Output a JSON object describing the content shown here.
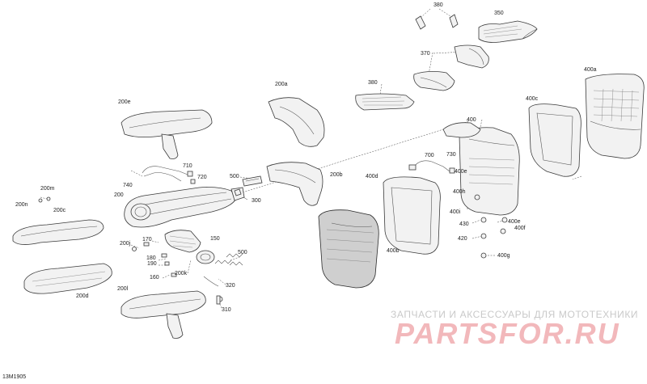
{
  "labels": {
    "p380_top": "380",
    "p350": "350",
    "p370": "370",
    "p380_mid": "380",
    "p400a": "400a",
    "p200a": "200a",
    "p400c": "400c",
    "p200e": "200e",
    "p400": "400",
    "p700": "700",
    "p730": "730",
    "p400e_top": "400e",
    "p710": "710",
    "p720": "720",
    "p740": "740",
    "p500_top": "500",
    "p200b": "200b",
    "p400d": "400d",
    "p400h": "400h",
    "p200m": "200m",
    "p200n": "200n",
    "p200c": "200c",
    "p200": "200",
    "p300": "300",
    "p400i": "400i",
    "p400e_bot": "400e",
    "p400f": "400f",
    "p430": "430",
    "p170": "170",
    "p200j": "200j",
    "p150": "150",
    "p420": "420",
    "p180": "180",
    "p190": "190",
    "p500_bot": "500",
    "p400b": "400b",
    "p400g": "400g",
    "p200k": "200k",
    "p160": "160",
    "p320": "320",
    "p200d": "200d",
    "p200l": "200l",
    "p310": "310"
  },
  "watermark": {
    "caption": "ЗАПЧАСТИ И АКСЕССУАРЫ ДЛЯ МОТОТЕХНИКИ",
    "brand": "PARTSFOR.RU"
  },
  "reference_code": "13M1905"
}
